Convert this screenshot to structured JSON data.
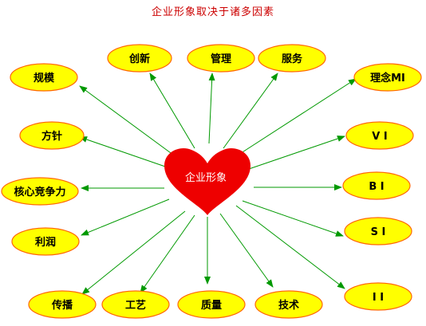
{
  "title": "企业形象取决于诸多因素",
  "center": {
    "label": "企业形象",
    "color": "#ee0000"
  },
  "colors": {
    "node_fill": "#ffff00",
    "node_stroke": "#ff6600",
    "arrow": "#009900"
  },
  "nodes": [
    {
      "id": "guimo",
      "label": "规模"
    },
    {
      "id": "chuangxin",
      "label": "创新"
    },
    {
      "id": "guanli",
      "label": "管理"
    },
    {
      "id": "fuwu",
      "label": "服务"
    },
    {
      "id": "linian",
      "label": "理念MI"
    },
    {
      "id": "fangzhen",
      "label": "方针"
    },
    {
      "id": "vi",
      "label": "V I"
    },
    {
      "id": "hexin",
      "label": "核心竞争力"
    },
    {
      "id": "bi",
      "label": "B I"
    },
    {
      "id": "lirun",
      "label": "利润"
    },
    {
      "id": "si",
      "label": "S I"
    },
    {
      "id": "chuanbo",
      "label": "传播"
    },
    {
      "id": "gongyi",
      "label": "工艺"
    },
    {
      "id": "zhiliang",
      "label": "质量"
    },
    {
      "id": "jishu",
      "label": "技术"
    },
    {
      "id": "ii",
      "label": "I I"
    }
  ]
}
